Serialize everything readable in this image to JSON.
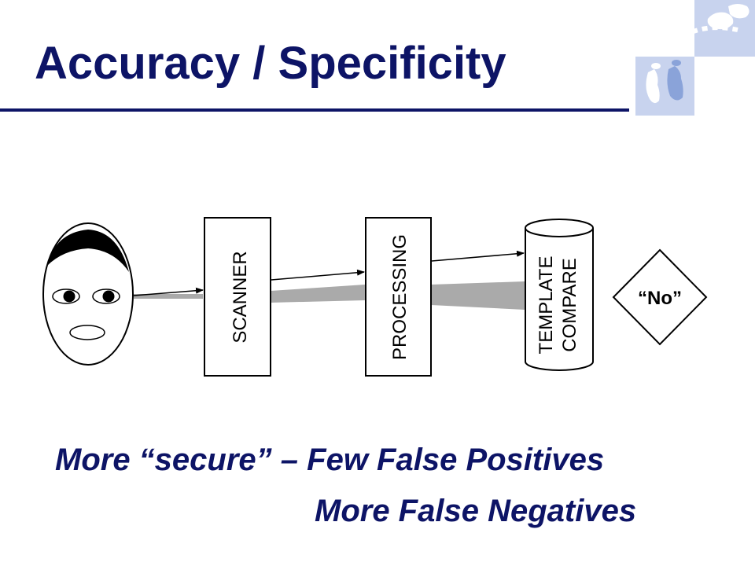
{
  "slide": {
    "title": "Accuracy / Specificity"
  },
  "diagram": {
    "boxes": {
      "scanner": "SCANNER",
      "processing": "PROCESSING",
      "template_line1": "TEMPLATE",
      "template_line2": "COMPARE"
    },
    "decision_label": "“No”"
  },
  "bottom_text": {
    "line1": "More “secure” – Few False Positives",
    "line2": "More False Negatives"
  },
  "logo": {
    "icon": "footprints-icon"
  },
  "colors": {
    "title": "#0d1466",
    "logo_bg": "#c8d3ee",
    "logo_fg": "#8aa3d9",
    "beam": "#aaaaaa"
  }
}
